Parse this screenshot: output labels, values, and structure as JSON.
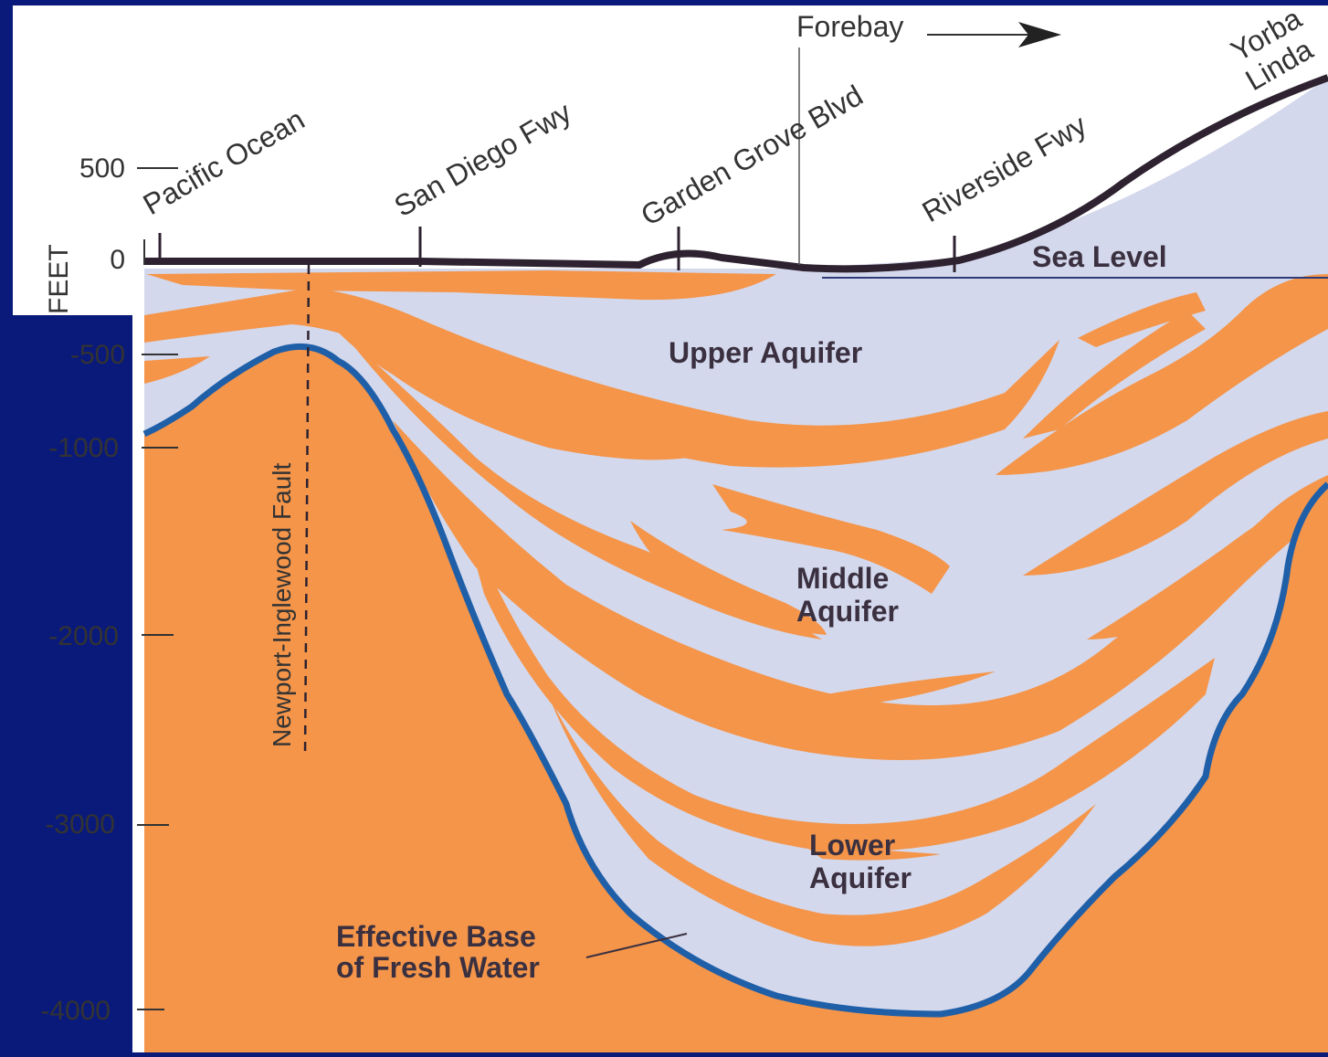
{
  "diagram": {
    "axis_unit": "FEET",
    "depth_ticks": [
      "500",
      "0",
      "-500",
      "-1000",
      "-2000",
      "-3000",
      "-4000"
    ],
    "surface_landmarks": [
      "Pacific Ocean",
      "San Diego Fwy",
      "Garden Grove Blvd",
      "Riverside Fwy"
    ],
    "yorba_line1": "Yorba",
    "yorba_line2": "Linda",
    "forebay": "Forebay",
    "sea_level": "Sea Level",
    "fault": "Newport-Inglewood Fault",
    "upper_aquifer": "Upper Aquifer",
    "middle_aquifer_line1": "Middle",
    "middle_aquifer_line2": "Aquifer",
    "lower_aquifer_line1": "Lower",
    "lower_aquifer_line2": "Aquifer",
    "fresh_water_line1": "Effective Base",
    "fresh_water_line2": "of Fresh Water"
  },
  "colors": {
    "frame": "#0a1a7a",
    "aquifer": "#d4d8ec",
    "aquitard": "#f4954a",
    "base_line": "#1f5fa8",
    "surface": "#2e2230",
    "text": "#3a3040"
  }
}
